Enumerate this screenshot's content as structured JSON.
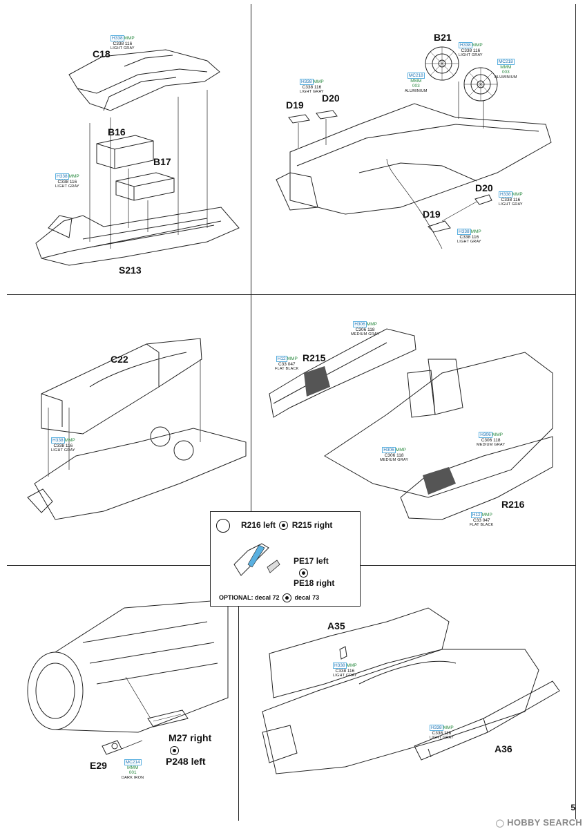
{
  "panel1": {
    "parts": {
      "c18": "C18",
      "b16": "B16",
      "b17": "B17",
      "s213": "S213"
    },
    "paint_c18": {
      "h": "H338",
      "mmp": "MMP",
      "c": "C338",
      "num": "116",
      "name": "LIGHT GRAY"
    },
    "paint_b16": {
      "h": "H338",
      "mmp": "MMP",
      "c": "C338",
      "num": "116",
      "name": "LIGHT GRAY"
    }
  },
  "panel2": {
    "parts": {
      "b21": "B21",
      "d19": "D19",
      "d20": "D20",
      "d20b": "D20",
      "d19b": "D19"
    },
    "paint_d": {
      "h": "H338",
      "mmp": "MMP",
      "c": "C338",
      "num": "116",
      "name": "LIGHT GRAY"
    },
    "paint_b21a": {
      "h": "H338",
      "mmp": "MMP",
      "c": "C338",
      "num": "116",
      "name": "LIGHT GRAY"
    },
    "paint_alu1": {
      "mc": "MC218",
      "mm": "MMM",
      "num": "003",
      "name": "ALUMINIUM"
    },
    "paint_alu2": {
      "mc": "MC218",
      "mm": "MMM",
      "num": "003",
      "name": "ALUMINIUM"
    },
    "paint_d20b": {
      "h": "H338",
      "mmp": "MMP",
      "c": "C338",
      "num": "116",
      "name": "LIGHT GRAY"
    },
    "paint_d19b": {
      "h": "H338",
      "mmp": "MMP",
      "c": "C338",
      "num": "116",
      "name": "LIGHT GRAY"
    }
  },
  "panel3": {
    "parts": {
      "c22": "C22"
    },
    "paint": {
      "h": "H338",
      "mmp": "MMP",
      "c": "C338",
      "num": "116",
      "name": "LIGHT GRAY"
    }
  },
  "panel4": {
    "parts": {
      "r215": "R215",
      "r216": "R216"
    },
    "paint_top": {
      "h": "H306",
      "mmp": "MMP",
      "c": "C306",
      "num": "118",
      "name": "MEDIUM GRAY"
    },
    "paint_black1": {
      "h": "H12",
      "mmp": "MMP",
      "c": "C33",
      "num": "047",
      "name": "FLAT BLACK"
    },
    "paint_mid1": {
      "h": "H306",
      "mmp": "MMP",
      "c": "C306",
      "num": "118",
      "name": "MEDIUM GRAY"
    },
    "paint_mid2": {
      "h": "H306",
      "mmp": "MMP",
      "c": "C306",
      "num": "118",
      "name": "MEDIUM GRAY"
    },
    "paint_black2": {
      "h": "H12",
      "mmp": "MMP",
      "c": "C33",
      "num": "047",
      "name": "FLAT BLACK"
    }
  },
  "callout": {
    "line1_a": "R216 left",
    "line1_b": "R215 right",
    "line2": "PE17 left",
    "line3": "PE18 right",
    "opt_a": "OPTIONAL: decal 72",
    "opt_b": "decal 73"
  },
  "panel5": {
    "parts": {
      "m27": "M27 right",
      "p248": "P248 left",
      "e29": "E29"
    },
    "paint": {
      "mc": "MC214",
      "mm": "MMM",
      "num": "001",
      "name": "DARK IRON"
    }
  },
  "panel6": {
    "parts": {
      "a35": "A35",
      "a36": "A36"
    },
    "paint_a35": {
      "h": "H338",
      "mmp": "MMP",
      "c": "C338",
      "num": "116",
      "name": "LIGHT GRAY"
    },
    "paint_a36": {
      "h": "H338",
      "mmp": "MMP",
      "c": "C338",
      "num": "116",
      "name": "LIGHT GRAY"
    }
  },
  "page_number": "5",
  "watermark": {
    "brand": "HOBBY SEARCH",
    "icon": "hobbysearch-logo-icon"
  },
  "colors": {
    "paint_box": "#5ab0e0",
    "paint_text": "#1a6fb0",
    "metal_text": "#2a8a40"
  }
}
